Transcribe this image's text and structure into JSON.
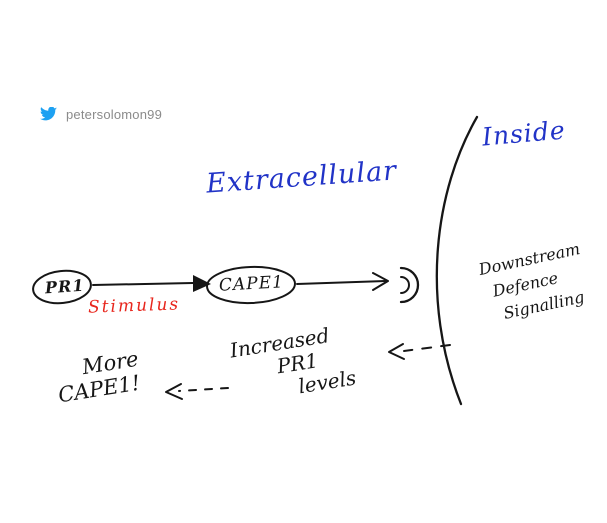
{
  "attribution": {
    "handle": "petersolomon99",
    "icon": "twitter-bird"
  },
  "labels": {
    "extracellular": "Extracellular",
    "inside": "Inside",
    "pr1": "PR1",
    "stimulus": "Stimulus",
    "cape1": "CAPE1",
    "downstream": [
      "Downstream",
      "Defence",
      "Signalling"
    ],
    "increased": [
      "Increased",
      "PR1",
      "levels"
    ],
    "more": [
      "More",
      "CAPE1!"
    ]
  },
  "colors": {
    "handwriting_blue": "#2133c7",
    "handwriting_red": "#e8261d",
    "ink": "#161616",
    "twitter_blue": "#1da1f2",
    "handle_gray": "#8b8b8b"
  }
}
